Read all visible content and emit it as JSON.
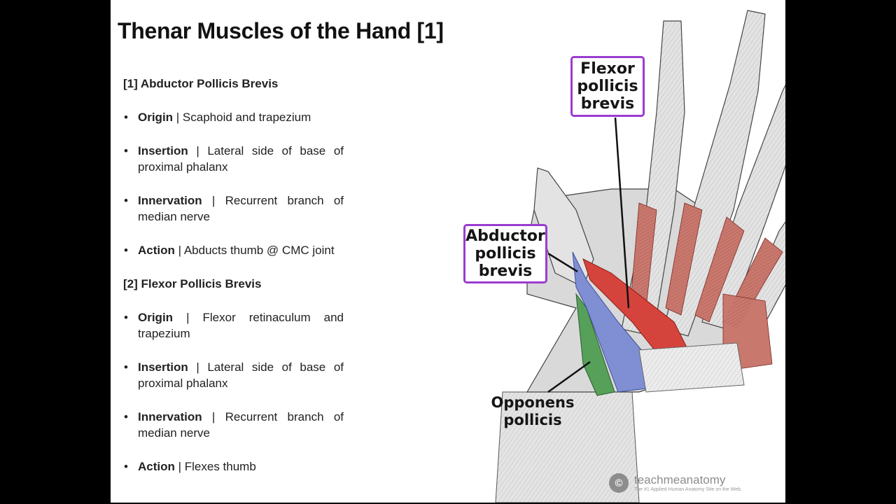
{
  "slide": {
    "title": "Thenar Muscles of the Hand [1]",
    "sections": [
      {
        "heading": "[1] Abductor Pollicis Brevis",
        "items": [
          {
            "term": "Origin",
            "text": " | Scaphoid and trapezium"
          },
          {
            "term": "Insertion",
            "text": " | Lateral side of base of proximal phalanx"
          },
          {
            "term": "Innervation",
            "text": " | Recurrent branch of median nerve"
          },
          {
            "term": "Action",
            "text": " | Abducts thumb @ CMC joint"
          }
        ]
      },
      {
        "heading": "[2] Flexor Pollicis Brevis",
        "items": [
          {
            "term": "Origin",
            "text": " | Flexor retinaculum and trapezium"
          },
          {
            "term": "Insertion",
            "text": " | Lateral side of base of proximal phalanx"
          },
          {
            "term": "Innervation",
            "text": " | Recurrent branch of median nerve"
          },
          {
            "term": "Action",
            "text": " | Flexes thumb"
          }
        ]
      }
    ]
  },
  "figure": {
    "labels": {
      "fpb": [
        "Flexor",
        "pollicis",
        "brevis"
      ],
      "apb": [
        "Abductor",
        "pollicis",
        "brevis"
      ],
      "op": [
        "Opponens",
        "pollicis"
      ]
    },
    "colors": {
      "accent_border": "#9b3bd1",
      "abductor_blue": "#7f8fd6",
      "flexor_red": "#d8443d",
      "opponens_green": "#56a05a",
      "muscle": "#c9786e",
      "tendon": "#dcdcdc"
    },
    "watermark": {
      "icon": "teachmeanatomy-logo-icon",
      "name": "teachmeanatomy",
      "tagline": "The #1 Applied Human Anatomy Site on the Web."
    }
  },
  "icons": {
    "bullet": "bullet-dot-icon"
  }
}
